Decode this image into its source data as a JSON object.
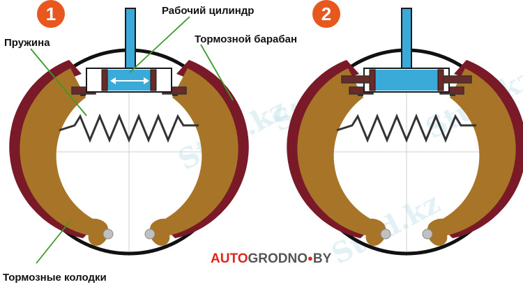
{
  "labels": {
    "cylinder": "Рабочий цилиндр",
    "drum": "Тормозной барабан",
    "spring": "Пружина",
    "shoes": "Тормозные колодки"
  },
  "badges": [
    "1",
    "2"
  ],
  "logo": {
    "part1": "AUTO",
    "part2": "GRODNO",
    "dot": "●",
    "part3": "BY"
  },
  "watermark": "Stud.kz",
  "colors": {
    "badge": "#e8571e",
    "shoe": "#a87428",
    "lining": "#7a1a28",
    "cylinder": "#3aaad8",
    "drum": "#111111",
    "spring": "#333333",
    "leader": "#3a9a2a",
    "logo_red": "#e2231a",
    "logo_dark": "#555555"
  },
  "icons": [
    "arrow-left-right-icon",
    "pivot-pin-icon"
  ]
}
